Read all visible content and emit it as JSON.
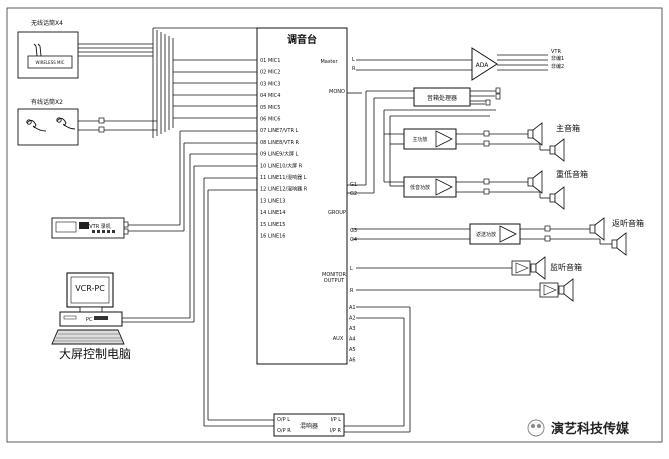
{
  "diagram": {
    "mixer": {
      "title": "调音台",
      "inputs": [
        "01 MIC1",
        "02 MIC2",
        "03 MIC3",
        "04 MIC4",
        "05 MIC5",
        "06 MIC6",
        "07 LINE7/VTR L",
        "08 LINE8/VTR R",
        "09 LINE9/大屏 L",
        "10 LINE10/大屏 R",
        "11 LINE11/混响器 L",
        "12 LINE12/混响器 R",
        "13 LINE13",
        "14 LINE14",
        "15 LINE15",
        "16 LINE16"
      ],
      "master_label": "Master",
      "master_l": "L",
      "master_r": "R",
      "mono_label": "MONO",
      "group_label": "GROUP",
      "group_ports": [
        "G1",
        "G2",
        "G3",
        "G4"
      ],
      "monitor_label_1": "MONITOR",
      "monitor_label_2": "OUTPUT",
      "monitor_l": "L",
      "monitor_r": "R",
      "aux_label": "AUX",
      "aux_ports": [
        "A1",
        "A2",
        "A3",
        "A4",
        "A5",
        "A6"
      ]
    },
    "wireless_mic": {
      "label": "无线话筒X4",
      "device_text": "WIRELESS MIC"
    },
    "wired_mic": {
      "label": "有线话筒X2"
    },
    "vtr": {
      "label": "VTR 录机"
    },
    "pc": {
      "screen_text": "VCR-PC",
      "pc_label": "PC",
      "label": "大屏控制电脑"
    },
    "ada": {
      "label": "ADA",
      "outputs": [
        "VTR",
        "非编1",
        "非编2"
      ]
    },
    "speaker_processor": {
      "label": "音箱处理器"
    },
    "amp_main": {
      "label": "主功放"
    },
    "amp_sub": {
      "label": "低音功放"
    },
    "amp_return": {
      "label": "返送功放"
    },
    "speakers": {
      "main": "主音箱",
      "sub": "重低音箱",
      "return": "返听音箱",
      "monitor": "监听音箱"
    },
    "reverb": {
      "label": "混响器",
      "in_l": "I/P L",
      "in_r": "I/P R",
      "out_l": "O/P L",
      "out_r": "O/P R"
    },
    "watermark": "演艺科技传媒"
  }
}
